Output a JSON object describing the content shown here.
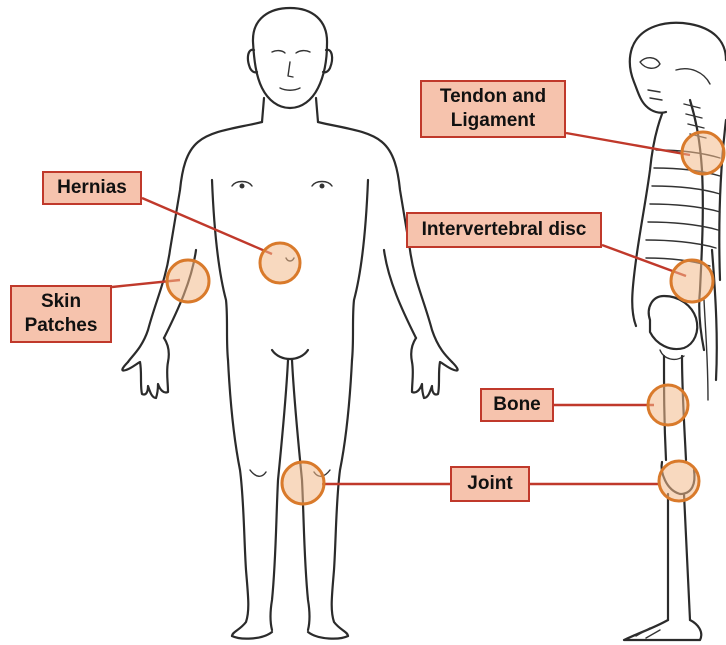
{
  "colors": {
    "accent_border": "#c0392b",
    "label_fill": "#f6c3ad",
    "circle_stroke": "#d97a2b",
    "circle_fill": "#f2b98a",
    "line_color": "#c0392b"
  },
  "labels": {
    "hernias": "Hernias",
    "skin_patches": "Skin\nPatches",
    "tendon_ligament": "Tendon and\nLigament",
    "intervertebral_disc": "Intervertebral disc",
    "bone": "Bone",
    "joint": "Joint"
  },
  "icons": {
    "front_figure": "human-body-front-outline",
    "side_figure": "human-skeleton-side-outline",
    "callout_circle": "highlight-circle"
  }
}
